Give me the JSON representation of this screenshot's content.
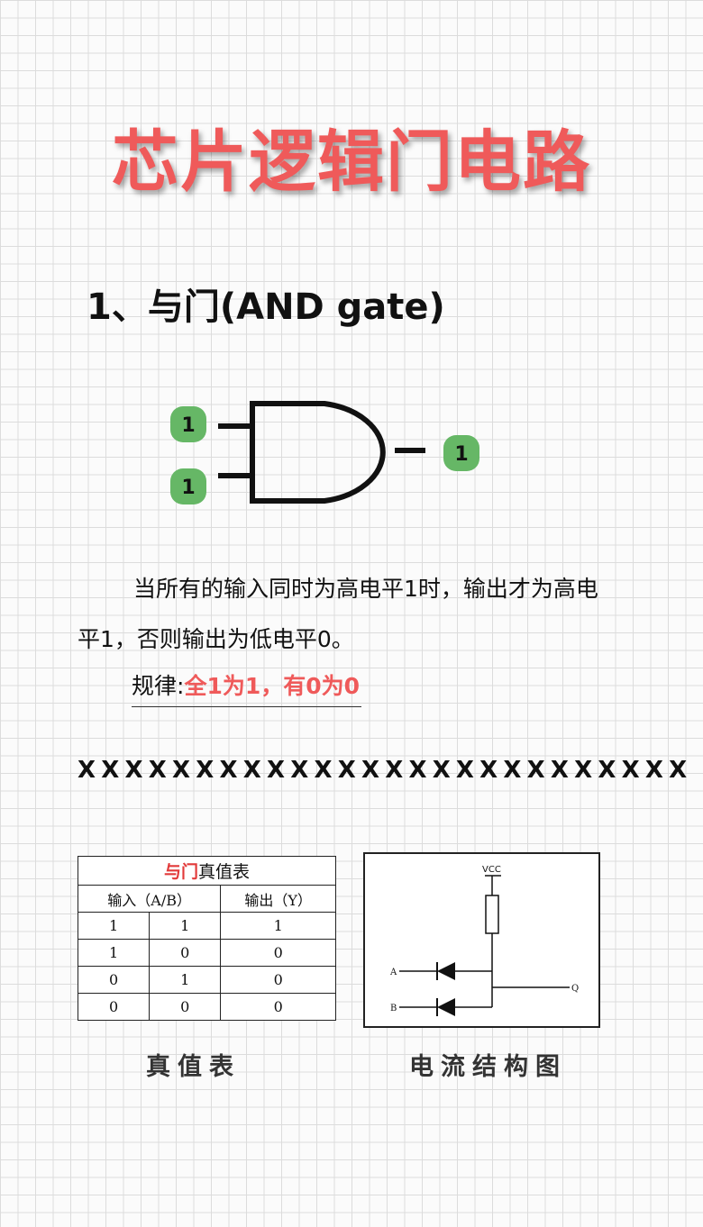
{
  "title": "芯片逻辑门电路",
  "section": {
    "heading": "1、与门(AND gate)"
  },
  "gate": {
    "input_a": "1",
    "input_b": "1",
    "output": "1",
    "badge_color": "#66b766"
  },
  "description": {
    "text": "当所有的输入同时为高电平1时，输出才为高电平1，否则输出为低电平0。"
  },
  "rule": {
    "label": "规律:",
    "value": "全1为1，有0为0"
  },
  "separator": "XXXXXXXXXXXXXXXXXXXXXXXXXX",
  "truth_table": {
    "title_highlight": "与门",
    "title_rest": "真值表",
    "header_input": "输入（A/B）",
    "header_output": "输出（Y）",
    "rows": [
      [
        "1",
        "1",
        "1"
      ],
      [
        "1",
        "0",
        "0"
      ],
      [
        "0",
        "1",
        "0"
      ],
      [
        "0",
        "0",
        "0"
      ]
    ]
  },
  "circuit": {
    "vcc_label": "VCC",
    "input_a_label": "A",
    "input_b_label": "B",
    "output_label": "Q"
  },
  "captions": {
    "truth_table": "真值表",
    "circuit": "电流结构图"
  },
  "colors": {
    "accent_red": "#ef5a5a",
    "badge_green": "#66b766"
  }
}
